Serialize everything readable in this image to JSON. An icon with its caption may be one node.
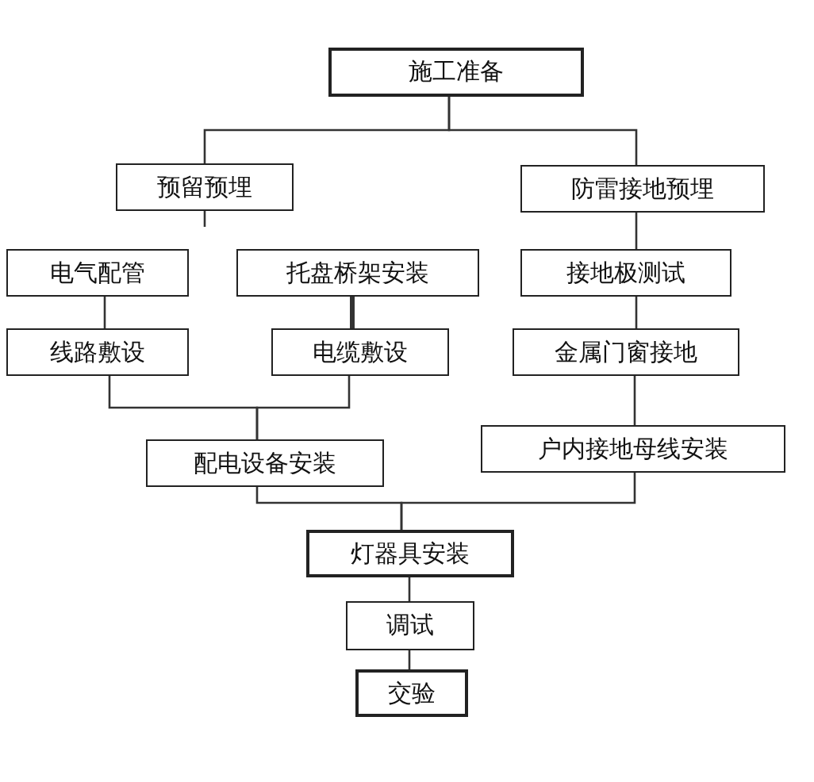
{
  "diagram": {
    "nodes": [
      {
        "text": [
          "施工准备"
        ]
      },
      {
        "text": [
          "预留预埋"
        ]
      },
      {
        "text": [
          "防雷接地预埋"
        ]
      },
      {
        "text": [
          "电气配管"
        ]
      },
      {
        "text": [
          "托盘桥架安装"
        ]
      },
      {
        "text": [
          "接地极测试"
        ]
      },
      {
        "text": [
          "线路敷设"
        ]
      },
      {
        "text": [
          "电缆敷设"
        ]
      },
      {
        "text": [
          "金属门窗接地"
        ]
      },
      {
        "text": [
          "配电设备安装"
        ]
      },
      {
        "text": [
          "户内接地母线安装"
        ]
      },
      {
        "text": [
          "灯器具安装"
        ]
      },
      {
        "text": [
          "调试"
        ]
      },
      {
        "text": [
          "交验"
        ]
      }
    ],
    "edges": [
      {
        "from": 0,
        "to": 1,
        "arrow": "none"
      },
      {
        "from": 0,
        "to": 2,
        "arrow": "none"
      },
      {
        "from": 1,
        "to": null,
        "arrow": "none"
      },
      {
        "from": 3,
        "to": 6,
        "arrow": "none"
      },
      {
        "from": 4,
        "to": 7,
        "arrow": "none",
        "style": "thick"
      },
      {
        "from": 2,
        "to": 5,
        "arrow": "none"
      },
      {
        "from": 5,
        "to": 8,
        "arrow": "none"
      },
      {
        "from": 8,
        "to": 10,
        "arrow": "none"
      },
      {
        "from": 6,
        "to": 9,
        "arrow": "none"
      },
      {
        "from": 7,
        "to": 9,
        "arrow": "none"
      },
      {
        "from": 9,
        "to": 11,
        "arrow": "none"
      },
      {
        "from": 10,
        "to": 11,
        "arrow": "none"
      },
      {
        "from": 11,
        "to": 12,
        "arrow": "none"
      },
      {
        "from": 12,
        "to": 13,
        "arrow": "none"
      }
    ]
  }
}
